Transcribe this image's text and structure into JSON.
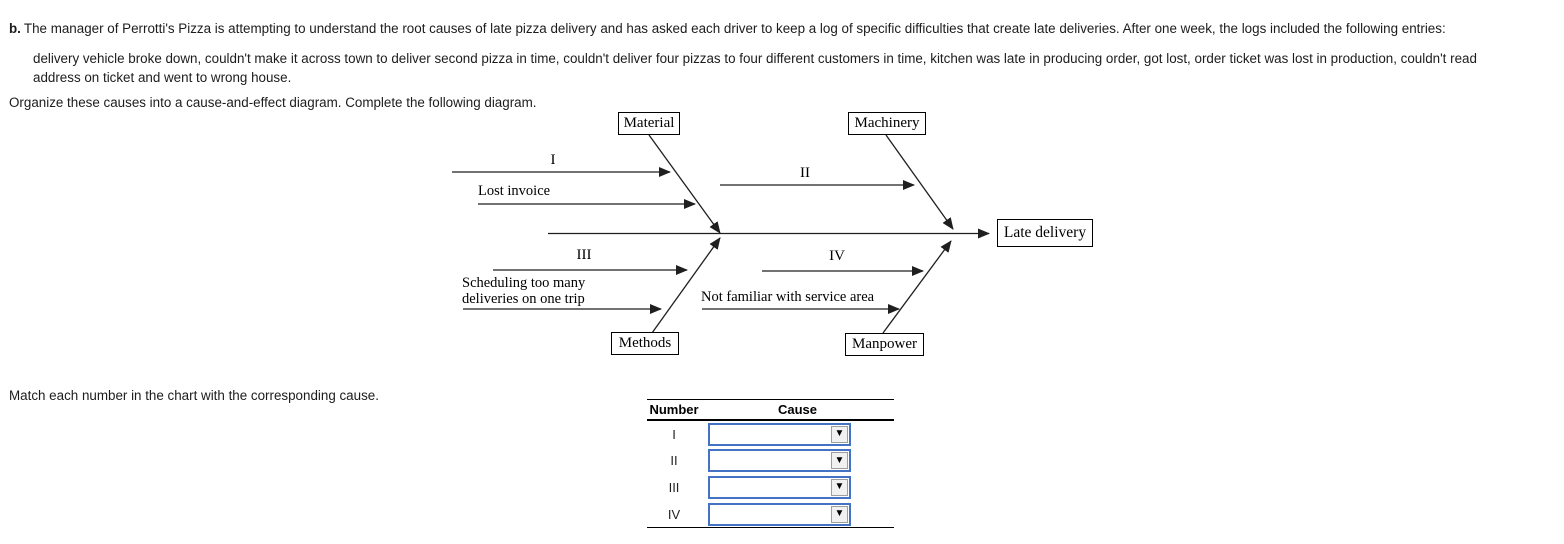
{
  "problem": {
    "label": "b.",
    "intro": "The manager of Perrotti's Pizza is attempting to understand the root causes of late pizza delivery and has asked each driver to keep a log of specific difficulties that create late deliveries. After one week, the logs included the following entries:",
    "log_entries": "delivery vehicle broke down, couldn't make it across town to deliver second pizza in time, couldn't deliver four pizzas to four different customers in time, kitchen was late in producing order, got lost, order ticket was lost in production, couldn't read address on ticket and went to wrong house.",
    "instruction": "Organize these causes into a cause-and-effect diagram. Complete the following diagram.",
    "match_instruction": "Match each number in the chart with the corresponding cause."
  },
  "diagram": {
    "effect_label": "Late delivery",
    "material_label": "Material",
    "machinery_label": "Machinery",
    "methods_label": "Methods",
    "manpower_label": "Manpower",
    "cause_I": "I",
    "cause_lost_invoice": "Lost invoice",
    "cause_II": "II",
    "cause_III": "III",
    "cause_scheduling": "Scheduling too many deliveries on one trip",
    "cause_IV": "IV",
    "cause_not_familiar": "Not familiar with service area"
  },
  "table": {
    "header_number": "Number",
    "header_cause": "Cause",
    "rows": [
      {
        "number": "I",
        "cause_value": ""
      },
      {
        "number": "II",
        "cause_value": ""
      },
      {
        "number": "III",
        "cause_value": ""
      },
      {
        "number": "IV",
        "cause_value": ""
      }
    ]
  },
  "ui": {
    "dropdown_arrow": "▼",
    "dropdown_border_color": "#4472c4",
    "line_color": "#1f1f1f"
  }
}
